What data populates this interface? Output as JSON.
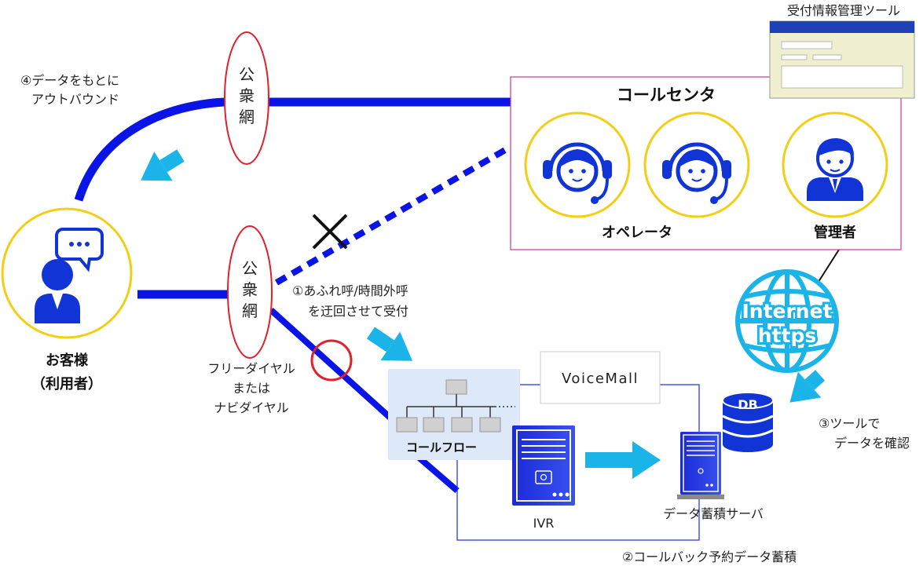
{
  "public_network_label": "公衆網",
  "outbound_note": [
    "④データをもとに",
    "アウトバウンド"
  ],
  "call_center": {
    "title": "コールセンタ",
    "operators_label": "オペレータ",
    "manager_label": "管理者"
  },
  "reception_tool_label": "受付情報管理ツール",
  "customer": {
    "line1": "お客様",
    "line2": "（利用者）"
  },
  "dial_note": [
    "フリーダイヤル",
    "または",
    "ナビダイヤル"
  ],
  "detour_note": [
    "①あふれ呼/時間外呼",
    "を迂回させて受付"
  ],
  "callflow_label": "コールフロー",
  "brand": "VoiceMall",
  "ivr_label": "IVR",
  "storage_server_label": "データ蓄積サーバ",
  "callback_note": "②コールバック予約データ蓄積",
  "internet": {
    "line1": "Internet",
    "line2": "https"
  },
  "db_label": "DB",
  "confirm_note": [
    "③ツールで",
    "データを確認"
  ],
  "blocked_mark": "✕",
  "colors": {
    "line_blue": "#0a14e6",
    "arrow_cyan": "#1ab4e8",
    "circle_yellow": "#f2cf16",
    "oval_red": "#e0202c",
    "box_pink": "#cc3399",
    "icon_blue": "#1034d6"
  }
}
